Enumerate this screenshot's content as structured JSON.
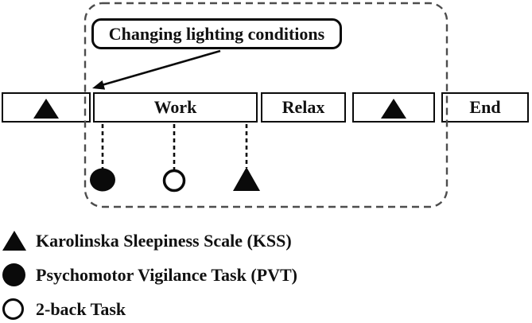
{
  "diagram": {
    "callout": {
      "label": "Changing lighting conditions"
    },
    "timeline": {
      "segments": [
        {
          "type": "symbol",
          "symbol": "filled-triangle",
          "label": ""
        },
        {
          "type": "text",
          "label": "Work"
        },
        {
          "type": "text",
          "label": "Relax"
        },
        {
          "type": "symbol",
          "symbol": "filled-triangle",
          "label": ""
        },
        {
          "type": "text",
          "label": "End"
        }
      ]
    },
    "work_markers": [
      {
        "symbol": "filled-circle",
        "meaning": "Psychomotor Vigilance Task (PVT)"
      },
      {
        "symbol": "open-circle",
        "meaning": "2-back Task"
      },
      {
        "symbol": "filled-triangle",
        "meaning": "Karolinska Sleepiness Scale (KSS)"
      }
    ],
    "legend": [
      {
        "symbol": "filled-triangle",
        "label": "Karolinska Sleepiness Scale (KSS)"
      },
      {
        "symbol": "filled-circle",
        "label": "Psychomotor Vigilance Task (PVT)"
      },
      {
        "symbol": "open-circle",
        "label": "2-back Task"
      }
    ],
    "colors": {
      "ink": "#0a0a0a",
      "dashed_outline": "#4d4d4d",
      "background": "#ffffff"
    }
  }
}
